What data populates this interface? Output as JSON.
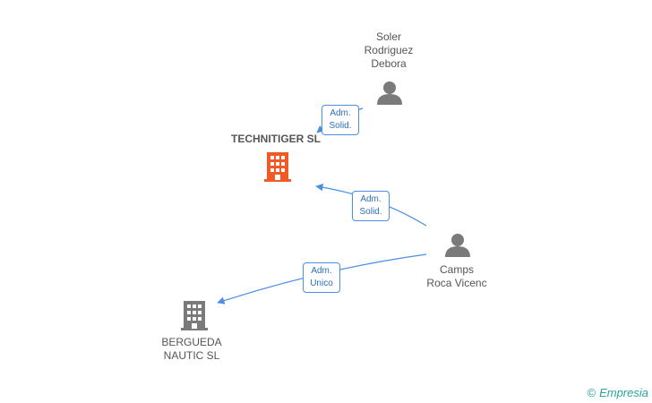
{
  "nodes": {
    "technitiger": {
      "name": "TECHNITIGER SL",
      "color": "#f15a24"
    },
    "bergueda": {
      "line1": "BERGUEDA",
      "line2": "NAUTIC SL",
      "color": "#7a7a7a"
    },
    "soler": {
      "line1": "Soler",
      "line2": "Rodriguez",
      "line3": "Debora"
    },
    "camps": {
      "line1": "Camps",
      "line2": "Roca Vicenc"
    }
  },
  "edges": {
    "soler_to_technitiger": {
      "line1": "Adm.",
      "line2": "Solid."
    },
    "camps_to_technitiger": {
      "line1": "Adm.",
      "line2": "Solid."
    },
    "camps_to_bergueda": {
      "line1": "Adm.",
      "line2": "Unico"
    }
  },
  "colors": {
    "edge": "#4a90e2",
    "person": "#7a7a7a",
    "brand": "#2aa39a"
  },
  "footer": {
    "copyright": "©",
    "brand": "Empresia"
  }
}
